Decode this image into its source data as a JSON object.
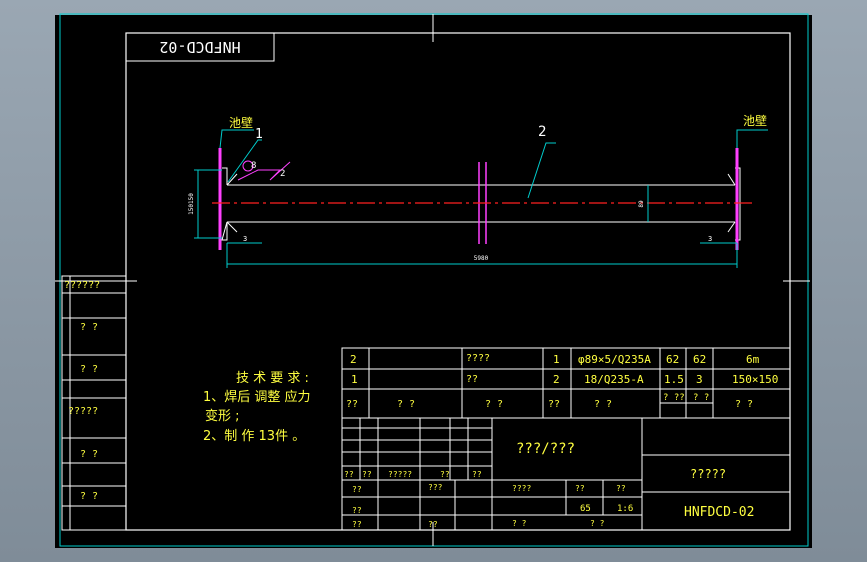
{
  "drawing_number_mirrored": "HNFDCD-02",
  "labels": {
    "wall_left": "池壁",
    "wall_right": "池壁",
    "callout_1": "1",
    "callout_2": "2",
    "weld_num_8": "8",
    "weld_num_2": "2",
    "dim_left_vertical": "150150",
    "dim_right_vertical": "89",
    "dim_bottom_overall": "5980",
    "dim_small_left": "3",
    "dim_small_right": "3"
  },
  "tech_requirements": {
    "title": "技 术 要 求 :",
    "line1": "1、焊后 调整 应力",
    "line2": "变形 ;",
    "line3": "2、制 作 13件 。"
  },
  "left_strip": [
    "??????",
    "? ?",
    "? ?",
    "?????",
    "? ?",
    "? ?"
  ],
  "parts_table": [
    [
      "2",
      "",
      "????",
      "1",
      "φ89×5/Q235A",
      "62",
      "62",
      "6m"
    ],
    [
      "1",
      "",
      "??",
      "2",
      "18/Q235-A",
      "1.5",
      "3",
      "150×150"
    ],
    [
      "??",
      "? ?",
      "? ?",
      "??",
      "? ?",
      "? ??",
      "? ?",
      "? ?"
    ]
  ],
  "title_block": {
    "project": "???/???",
    "name": "?????",
    "drawing_no": "HNFDCD-02",
    "small_labels": [
      "??",
      "??",
      "?????",
      "??",
      "??",
      "??",
      "???",
      "??",
      "??",
      "??",
      "????",
      "??",
      "??",
      "? ?",
      "? ?"
    ],
    "scale_a": "65",
    "scale_b": "1:6"
  },
  "colors": {
    "frame": "#00cccc",
    "text_yellow": "#ffff40",
    "text_green": "#40ff40",
    "text_white": "#ffffff",
    "centerline_red": "#ff2020",
    "wall_magenta": "#ff40ff",
    "dim_cyan": "#00cccc"
  }
}
